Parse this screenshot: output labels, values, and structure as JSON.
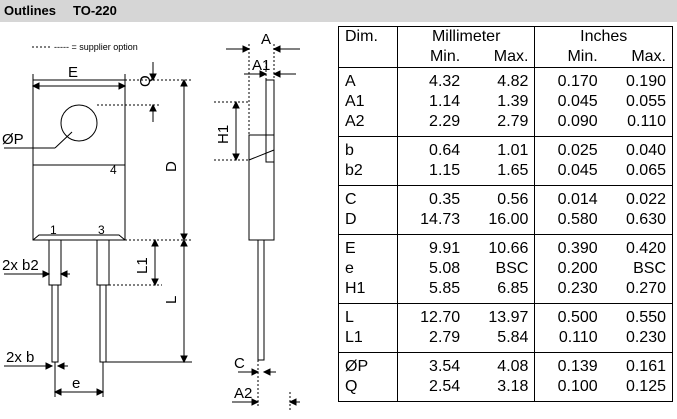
{
  "header": {
    "title": "Outlines",
    "package": "TO-220"
  },
  "drawing": {
    "legend": "----- = supplier option",
    "labels": {
      "E": "E",
      "Q": "Q",
      "OP": "ØP",
      "D": "D",
      "pin4": "4",
      "pin1": "1",
      "pin3": "3",
      "b2": "2x b2",
      "b": "2x b",
      "L1": "L1",
      "L": "L",
      "e": "e",
      "A": "A",
      "A1": "A1",
      "H1": "H1",
      "C": "C",
      "A2": "A2"
    }
  },
  "table": {
    "headers": {
      "dim": "Dim.",
      "mm": "Millimeter",
      "in": "Inches",
      "min": "Min.",
      "max": "Max."
    },
    "groups": [
      {
        "dims": [
          "A",
          "A1",
          "A2"
        ],
        "mm_min": [
          "4.32",
          "1.14",
          "2.29"
        ],
        "mm_max": [
          "4.82",
          "1.39",
          "2.79"
        ],
        "in_min": [
          "0.170",
          "0.045",
          "0.090"
        ],
        "in_max": [
          "0.190",
          "0.055",
          "0.110"
        ]
      },
      {
        "dims": [
          "b",
          "b2"
        ],
        "mm_min": [
          "0.64",
          "1.15"
        ],
        "mm_max": [
          "1.01",
          "1.65"
        ],
        "in_min": [
          "0.025",
          "0.045"
        ],
        "in_max": [
          "0.040",
          "0.065"
        ]
      },
      {
        "dims": [
          "C",
          "D"
        ],
        "mm_min": [
          "0.35",
          "14.73"
        ],
        "mm_max": [
          "0.56",
          "16.00"
        ],
        "in_min": [
          "0.014",
          "0.580"
        ],
        "in_max": [
          "0.022",
          "0.630"
        ]
      },
      {
        "dims": [
          "E",
          "e",
          "H1"
        ],
        "mm_min": [
          "9.91",
          "5.08",
          "5.85"
        ],
        "mm_max": [
          "10.66",
          "BSC",
          "6.85"
        ],
        "in_min": [
          "0.390",
          "0.200",
          "0.230"
        ],
        "in_max": [
          "0.420",
          "BSC",
          "0.270"
        ]
      },
      {
        "dims": [
          "L",
          "L1"
        ],
        "mm_min": [
          "12.70",
          "2.79"
        ],
        "mm_max": [
          "13.97",
          "5.84"
        ],
        "in_min": [
          "0.500",
          "0.110"
        ],
        "in_max": [
          "0.550",
          "0.230"
        ]
      },
      {
        "dims": [
          "ØP",
          "Q"
        ],
        "mm_min": [
          "3.54",
          "2.54"
        ],
        "mm_max": [
          "4.08",
          "3.18"
        ],
        "in_min": [
          "0.139",
          "0.100"
        ],
        "in_max": [
          "0.161",
          "0.125"
        ]
      }
    ]
  }
}
